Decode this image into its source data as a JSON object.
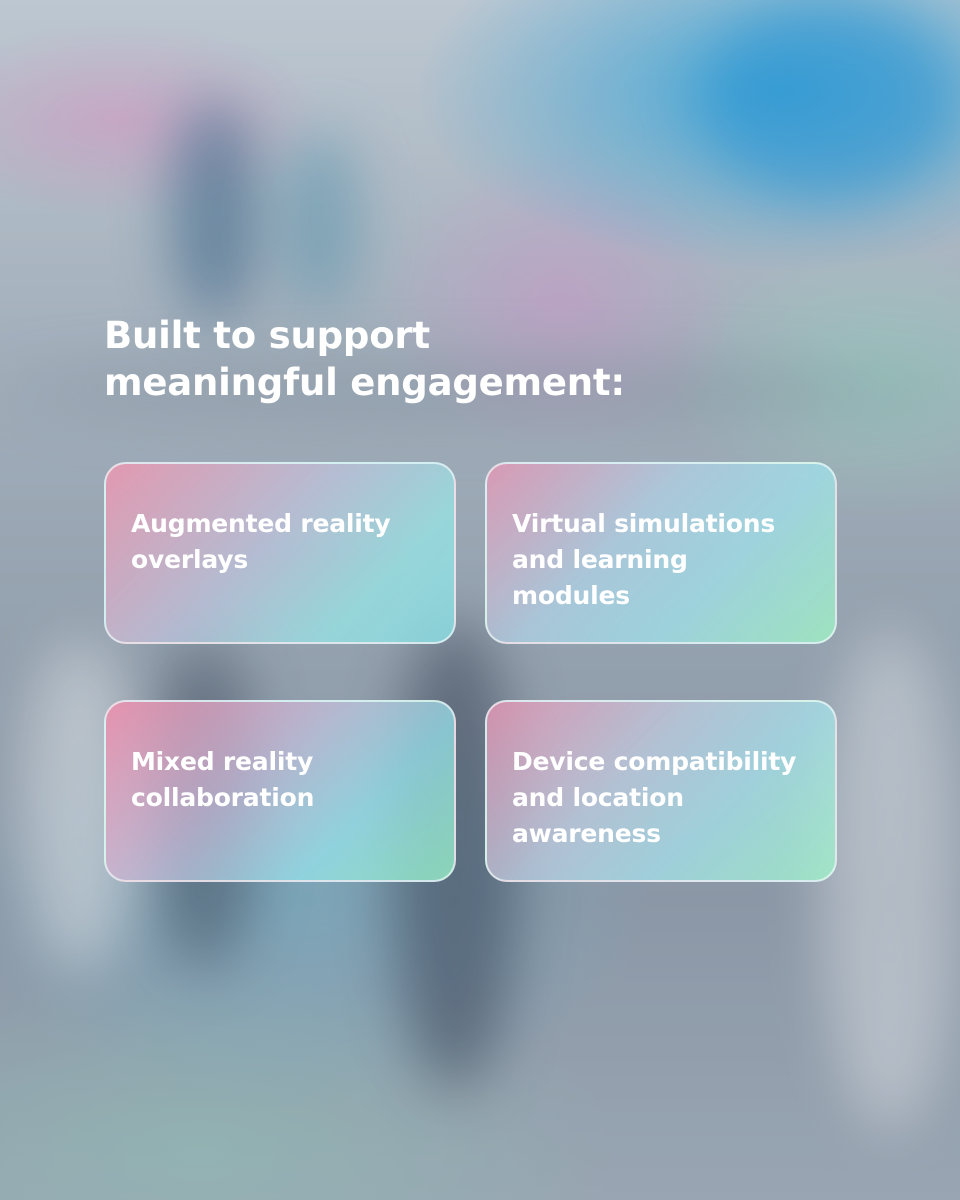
{
  "headline": {
    "line1": "Built to support",
    "line2": "meaningful engagement:"
  },
  "cards": [
    {
      "label": "Augmented reality overlays"
    },
    {
      "label": "Virtual simulations and learning modules"
    },
    {
      "label": "Mixed reality collaboration"
    },
    {
      "label": "Device compatibility and location awareness"
    }
  ],
  "colors": {
    "text": "#ffffff",
    "card_pink": "#ee96af",
    "card_cyan": "#8ce1e6",
    "card_mint": "#a0f0c3",
    "accent_blue": "#28aae6"
  }
}
